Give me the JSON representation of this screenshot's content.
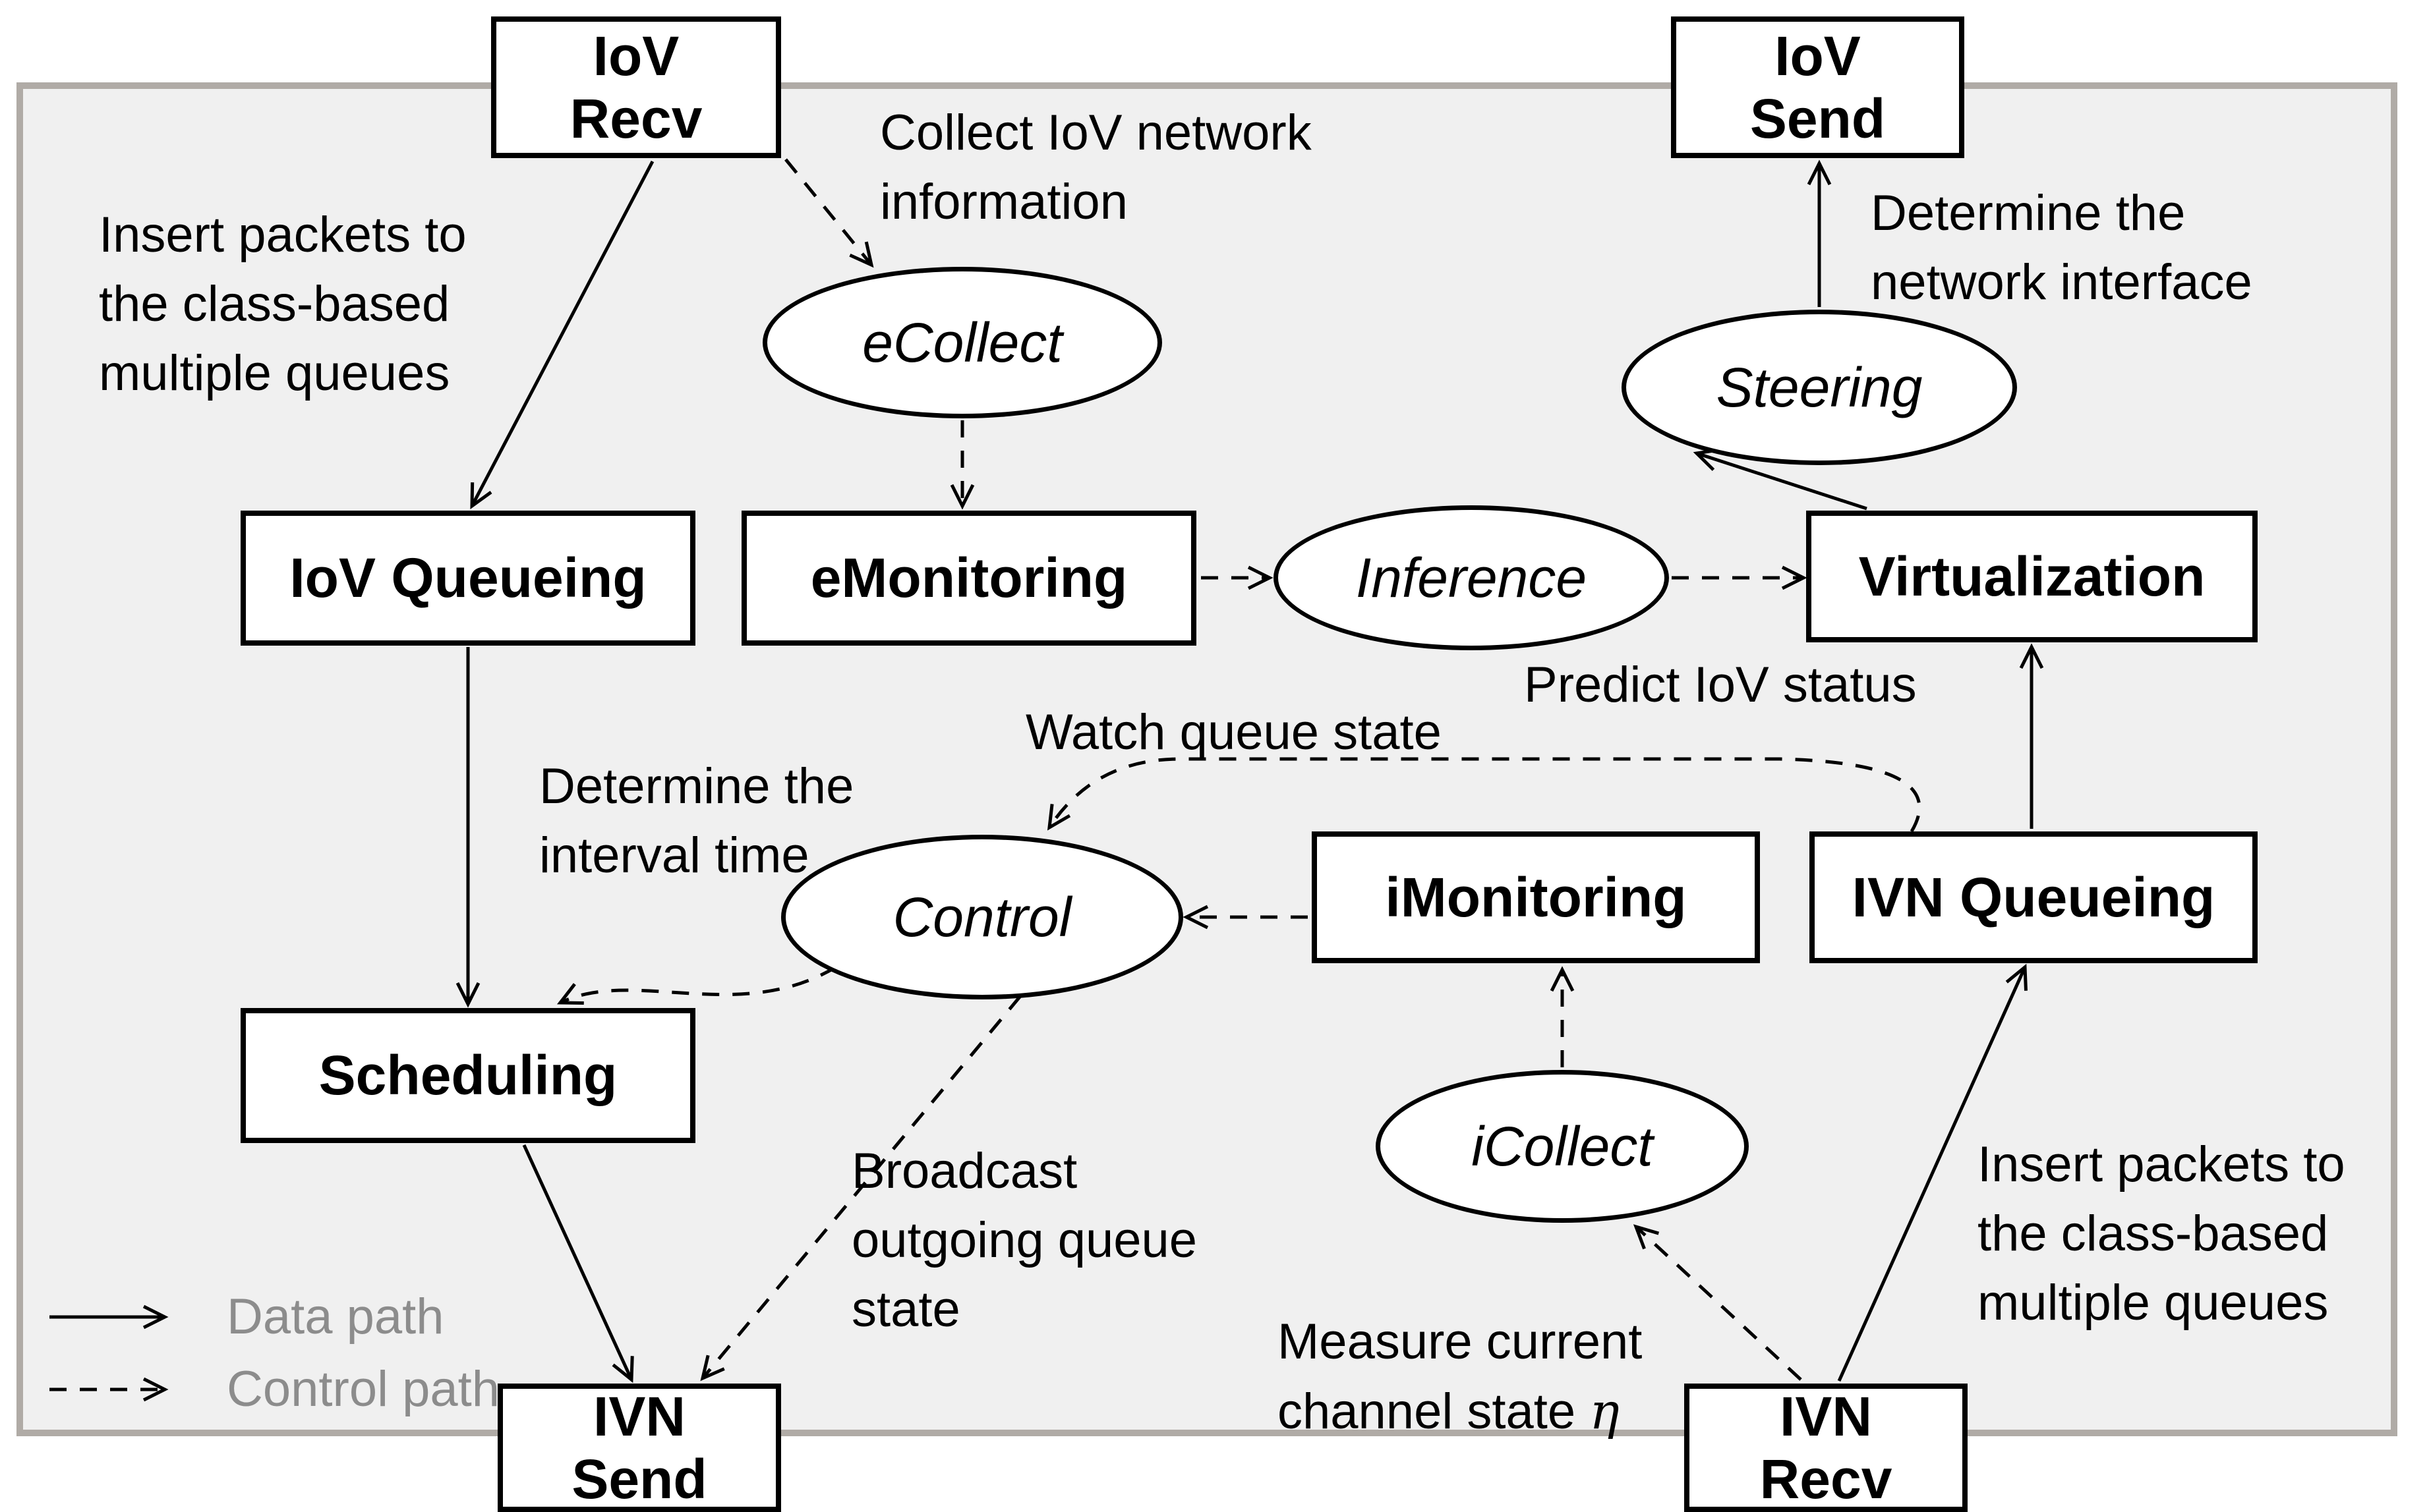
{
  "boxes": {
    "iov_recv": "IoV\nRecv",
    "iov_send": "IoV\nSend",
    "iov_queueing": "IoV Queueing",
    "emonitoring": "eMonitoring",
    "virtualization": "Virtualization",
    "imonitoring": "iMonitoring",
    "ivn_queueing": "IVN Queueing",
    "scheduling": "Scheduling",
    "ivn_send": "IVN\nSend",
    "ivn_recv": "IVN\nRecv"
  },
  "processes": {
    "ecollect": "eCollect",
    "steering": "Steering",
    "inference": "Inference",
    "control": "Control",
    "icollect": "iCollect"
  },
  "annotations": {
    "insert_left": "Insert packets to\nthe class-based\nmultiple queues",
    "collect_info": "Collect IoV network\ninformation",
    "determine_interface": "Determine the\nnetwork interface",
    "predict_status": "Predict IoV status",
    "watch_queue": "Watch queue state",
    "determine_interval": "Determine the\ninterval time",
    "broadcast": "Broadcast\noutgoing queue\nstate",
    "measure_prefix": "Measure current\nchannel state ",
    "eta_symbol": "η",
    "insert_right": "Insert packets to\nthe class-based\nmultiple queues"
  },
  "legend": {
    "data_path": "Data path",
    "control_path": "Control path"
  },
  "colors": {
    "panel_bg": "#f0f0f0",
    "panel_border": "#b0aba6",
    "node_fill": "#ffffff",
    "line_color": "#000000",
    "legend_text": "#8c8c8c"
  }
}
